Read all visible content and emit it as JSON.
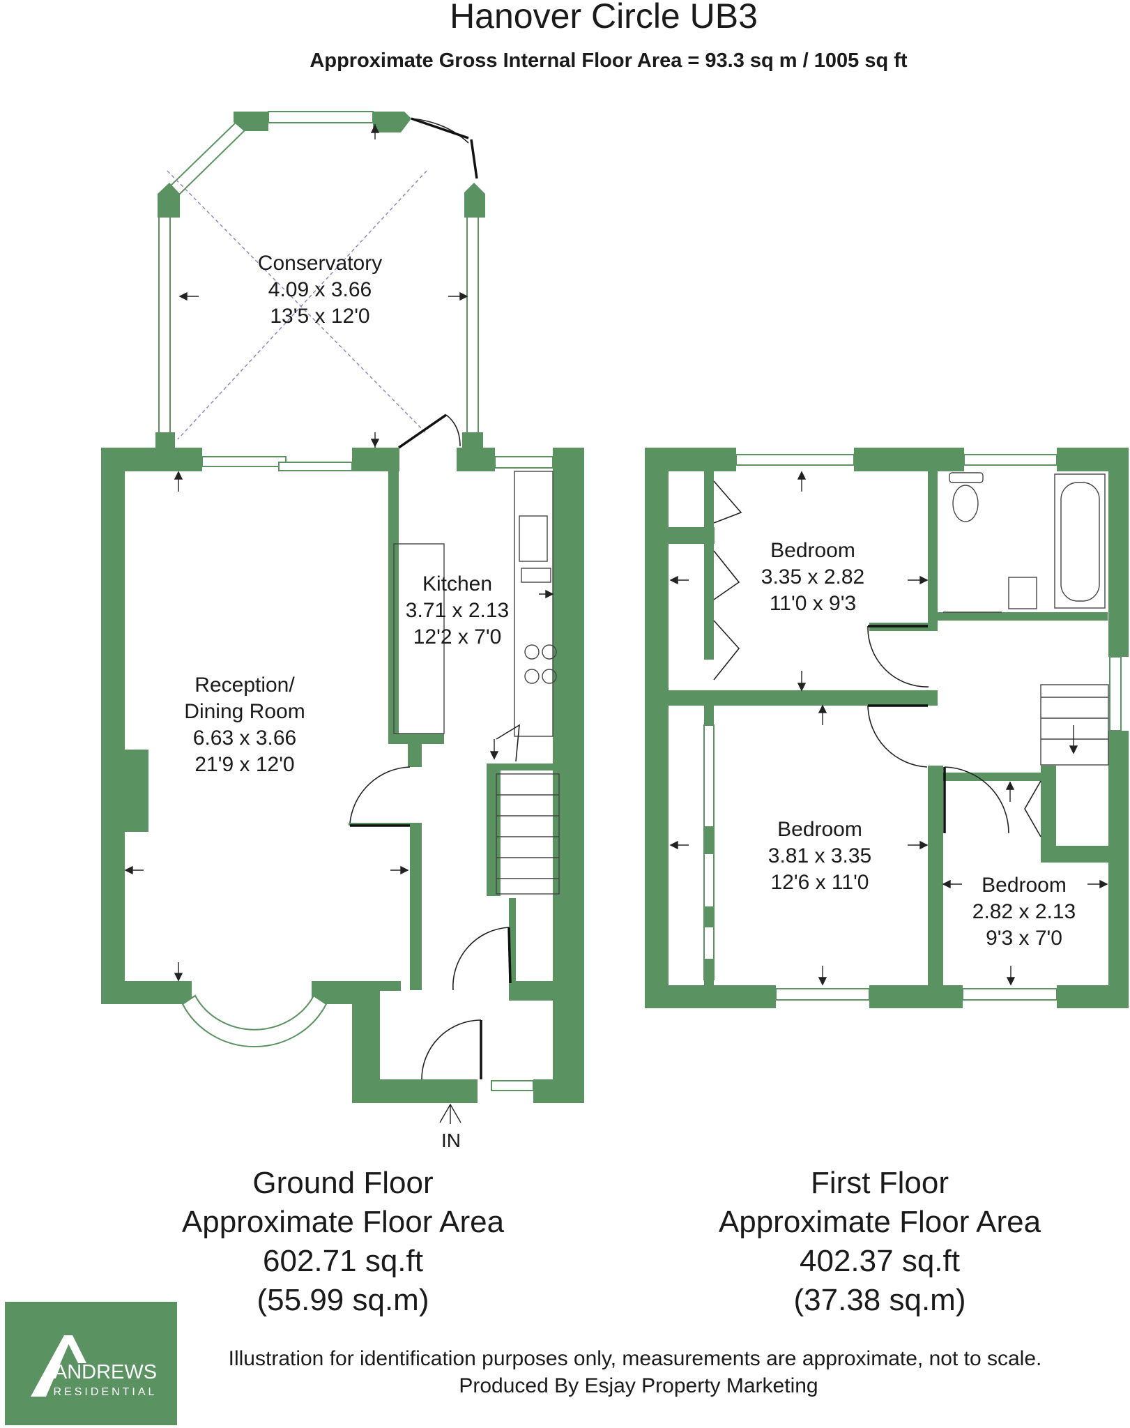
{
  "title": "Hanover Circle UB3",
  "subtitle": "Approximate Gross Internal Floor Area = 93.3 sq m / 1005 sq ft",
  "entrance_label": "IN",
  "rooms": {
    "conservatory": {
      "name": "Conservatory",
      "metric": "4.09 x 3.66",
      "imperial": "13'5 x 12'0"
    },
    "kitchen": {
      "name": "Kitchen",
      "metric": "3.71 x 2.13",
      "imperial": "12'2 x 7'0"
    },
    "reception": {
      "name_line1": "Reception/",
      "name_line2": "Dining Room",
      "metric": "6.63 x 3.66",
      "imperial": "21'9 x 12'0"
    },
    "bedroom1": {
      "name": "Bedroom",
      "metric": "3.35 x 2.82",
      "imperial": "11'0 x 9'3"
    },
    "bedroom2": {
      "name": "Bedroom",
      "metric": "3.81 x 3.35",
      "imperial": "12'6 x 11'0"
    },
    "bedroom3": {
      "name": "Bedroom",
      "metric": "2.82 x 2.13",
      "imperial": "9'3 x 7'0"
    }
  },
  "ground_floor": {
    "name": "Ground Floor",
    "area_label": "Approximate Floor Area",
    "sqft": "602.71 sq.ft",
    "sqm": "(55.99 sq.m)"
  },
  "first_floor": {
    "name": "First Floor",
    "area_label": "Approximate Floor Area",
    "sqft": "402.37 sq.ft",
    "sqm": "(37.38 sq.m)"
  },
  "logo": {
    "name": "ANDREWS",
    "tagline": "RESIDENTIAL"
  },
  "disclaimer": "Illustration for identification purposes only, measurements are approximate, not to scale.",
  "producer": "Produced By Esjay Property Marketing",
  "colors": {
    "wall": "#5b9261",
    "logo_bg": "#5b9261",
    "text": "#1a1a1a"
  }
}
